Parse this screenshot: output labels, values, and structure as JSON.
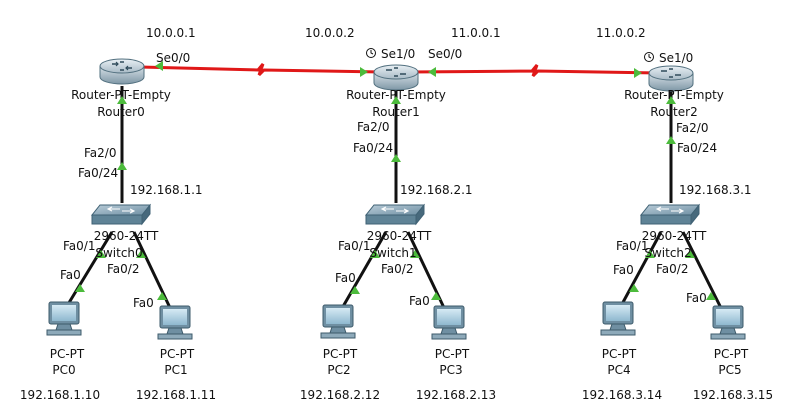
{
  "colors": {
    "serial": "#e01818",
    "ethernet": "#111111",
    "port_ok": "#4cbb3c",
    "port_serial": "#d01818"
  },
  "routers": [
    {
      "model": "Router-PT-Empty",
      "name": "Router0",
      "ip_a": "10.0.0.1",
      "port_a": "Se0/0",
      "lan_port": "Fa2/0",
      "icon": "router-icon"
    },
    {
      "model": "Router-PT-Empty",
      "name": "Router1",
      "ip_a": "10.0.0.2",
      "port_a": "Se1/0",
      "ip_b": "11.0.0.1",
      "port_b": "Se0/0",
      "lan_port": "Fa2/0",
      "icon": "router-icon"
    },
    {
      "model": "Router-PT-Empty",
      "name": "Router2",
      "ip_a": "11.0.0.2",
      "port_a": "Se1/0",
      "lan_port": "Fa2/0",
      "icon": "router-icon"
    }
  ],
  "switches": [
    {
      "model": "2960-24TT",
      "name": "Switch0",
      "uplink_port": "Fa0/24",
      "gateway": "192.168.1.1",
      "port1": "Fa0/1",
      "port2": "Fa0/2",
      "icon": "switch-icon"
    },
    {
      "model": "2960-24TT",
      "name": "Switch1",
      "uplink_port": "Fa0/24",
      "gateway": "192.168.2.1",
      "port1": "Fa0/1",
      "port2": "Fa0/2",
      "icon": "switch-icon"
    },
    {
      "model": "2960-24TT",
      "name": "Switch2",
      "uplink_port": "Fa0/24",
      "gateway": "192.168.3.1",
      "port1": "Fa0/1",
      "port2": "Fa0/2",
      "icon": "switch-icon"
    }
  ],
  "pcs": [
    {
      "model": "PC-PT",
      "name": "PC0",
      "port": "Fa0",
      "ip": "192.168.1.10",
      "icon": "pc-icon"
    },
    {
      "model": "PC-PT",
      "name": "PC1",
      "port": "Fa0",
      "ip": "192.168.1.11",
      "icon": "pc-icon"
    },
    {
      "model": "PC-PT",
      "name": "PC2",
      "port": "Fa0",
      "ip": "192.168.2.12",
      "icon": "pc-icon"
    },
    {
      "model": "PC-PT",
      "name": "PC3",
      "port": "Fa0",
      "ip": "192.168.2.13",
      "icon": "pc-icon"
    },
    {
      "model": "PC-PT",
      "name": "PC4",
      "port": "Fa0",
      "ip": "192.168.3.14",
      "icon": "pc-icon"
    },
    {
      "model": "PC-PT",
      "name": "PC5",
      "port": "Fa0",
      "ip": "192.168.3.15",
      "icon": "pc-icon"
    }
  ]
}
